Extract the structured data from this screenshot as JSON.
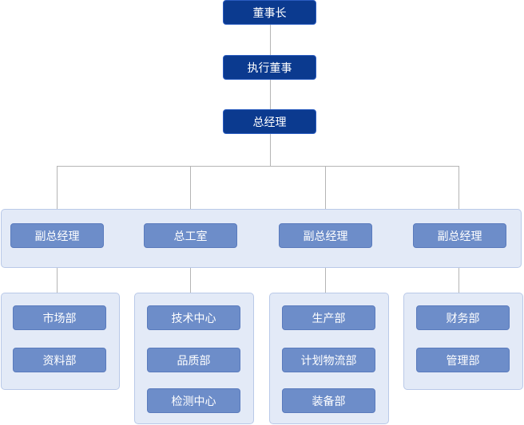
{
  "chairman": "董事长",
  "executive_director": "执行董事",
  "general_manager": "总经理",
  "level2": {
    "deputy_gm_1": "副总经理",
    "chief_engineer_office": "总工室",
    "deputy_gm_2": "副总经理",
    "deputy_gm_3": "副总经理"
  },
  "departments": {
    "group1": [
      "市场部",
      "资料部"
    ],
    "group2": [
      "技术中心",
      "品质部",
      "检测中心"
    ],
    "group3": [
      "生产部",
      "计划物流部",
      "装备部"
    ],
    "group4": [
      "财务部",
      "管理部"
    ]
  },
  "colors": {
    "top_node": "#0b3a8f",
    "mid_node": "#6d8dc9",
    "panel": "#e3eaf7",
    "line": "#b5b5b5"
  }
}
